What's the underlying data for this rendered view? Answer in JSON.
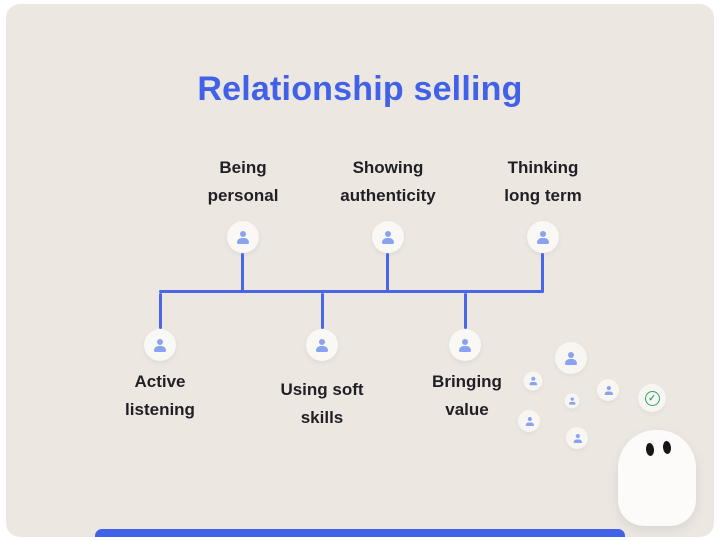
{
  "page": {
    "title": "Relationship selling"
  },
  "diagram": {
    "top_nodes": [
      {
        "line1": "Being",
        "line2": "personal"
      },
      {
        "line1": "Showing",
        "line2": "authenticity"
      },
      {
        "line1": "Thinking",
        "line2": "long term"
      }
    ],
    "bottom_nodes": [
      {
        "line1": "Active",
        "line2": "listening"
      },
      {
        "line1": "Using soft",
        "line2": "skills"
      },
      {
        "line1": "Bringing",
        "line2": "value"
      }
    ]
  },
  "decor": {
    "check_icon": "✓"
  },
  "colors": {
    "accent": "#4161E8",
    "card_background": "#ECE7E1",
    "person_icon": "#8AA2F2",
    "check_green": "#2FA864",
    "text": "#211F26"
  }
}
